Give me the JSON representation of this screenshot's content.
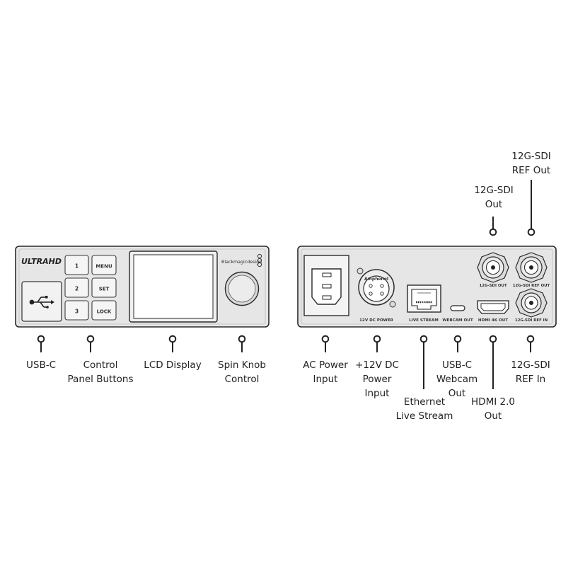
{
  "front_panel": {
    "brand_logo": "ULTRAHD",
    "maker_logo": "Blackmagicdesign",
    "buttons": [
      "1",
      "MENU",
      "2",
      "SET",
      "3",
      "LOCK"
    ],
    "usb_icon": "usb-icon"
  },
  "rear_panel": {
    "xlr_brand": "Amphenol",
    "port_labels": {
      "dc_power": "12V DC POWER",
      "live_stream": "LIVE STREAM",
      "webcam_out": "WEBCAM OUT",
      "hdmi_out": "HDMI 4K OUT",
      "sdi_out": "12G-SDI OUT",
      "sdi_ref_out": "12G-SDI REF OUT",
      "sdi_ref_in": "12G-SDI REF IN"
    }
  },
  "callouts": {
    "usb_c": [
      "USB-C"
    ],
    "control_buttons": [
      "Control",
      "Panel Buttons"
    ],
    "lcd": [
      "LCD Display"
    ],
    "knob": [
      "Spin Knob",
      "Control"
    ],
    "ac_power": [
      "AC Power",
      "Input"
    ],
    "dc_power": [
      "+12V DC",
      "Power",
      "Input"
    ],
    "ethernet": [
      "Ethernet",
      "Live Stream"
    ],
    "webcam": [
      "USB-C",
      "Webcam",
      "Out"
    ],
    "hdmi": [
      "HDMI 2.0",
      "Out"
    ],
    "sdi_ref_in": [
      "12G-SDI",
      "REF In"
    ],
    "sdi_out": [
      "12G-SDI",
      "Out"
    ],
    "sdi_ref_out": [
      "12G-SDI",
      "REF Out"
    ]
  }
}
